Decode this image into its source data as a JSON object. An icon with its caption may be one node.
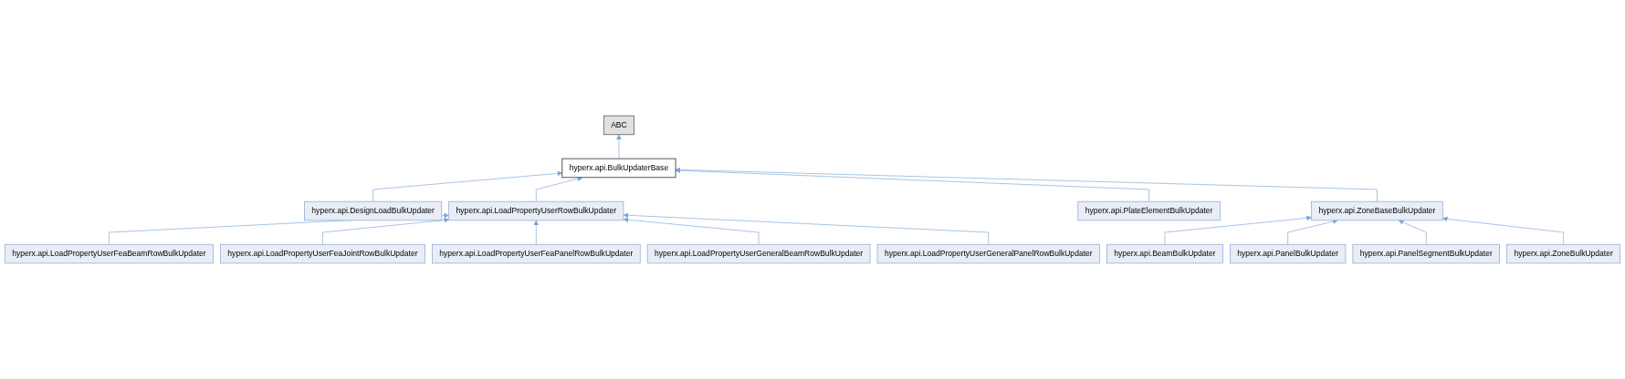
{
  "diagram": {
    "nodes": [
      {
        "text": [
          "ABC"
        ]
      },
      {
        "text": [
          "hyperx.api.BulkUpdaterBase"
        ]
      },
      {
        "text": [
          "hyperx.api.DesignLoadBulkUpdater"
        ]
      },
      {
        "text": [
          "hyperx.api.LoadPropertyUserRowBulkUpdater"
        ]
      },
      {
        "text": [
          "hyperx.api.PlateElementBulkUpdater"
        ]
      },
      {
        "text": [
          "hyperx.api.ZoneBaseBulkUpdater"
        ]
      },
      {
        "text": [
          "hyperx.api.LoadPropertyUserFeaBeamRowBulkUpdater"
        ]
      },
      {
        "text": [
          "hyperx.api.LoadPropertyUserFeaJointRowBulkUpdater"
        ]
      },
      {
        "text": [
          "hyperx.api.LoadPropertyUserFeaPanelRowBulkUpdater"
        ]
      },
      {
        "text": [
          "hyperx.api.LoadPropertyUserGeneralBeamRowBulkUpdater"
        ]
      },
      {
        "text": [
          "hyperx.api.LoadPropertyUserGeneralPanelRowBulkUpdater"
        ]
      },
      {
        "text": [
          "hyperx.api.BeamBulkUpdater"
        ]
      },
      {
        "text": [
          "hyperx.api.PanelBulkUpdater"
        ]
      },
      {
        "text": [
          "hyperx.api.PanelSegmentBulkUpdater"
        ]
      },
      {
        "text": [
          "hyperx.api.ZoneBulkUpdater"
        ]
      }
    ],
    "edges": [
      {
        "from": 1,
        "to": 0,
        "arrow": "to"
      },
      {
        "from": 2,
        "to": 1,
        "arrow": "to"
      },
      {
        "from": 3,
        "to": 1,
        "arrow": "to"
      },
      {
        "from": 4,
        "to": 1,
        "arrow": "to"
      },
      {
        "from": 5,
        "to": 1,
        "arrow": "to"
      },
      {
        "from": 6,
        "to": 3,
        "arrow": "to"
      },
      {
        "from": 7,
        "to": 3,
        "arrow": "to"
      },
      {
        "from": 8,
        "to": 3,
        "arrow": "to"
      },
      {
        "from": 9,
        "to": 3,
        "arrow": "to"
      },
      {
        "from": 10,
        "to": 3,
        "arrow": "to"
      },
      {
        "from": 11,
        "to": 5,
        "arrow": "to"
      },
      {
        "from": 12,
        "to": 5,
        "arrow": "to"
      },
      {
        "from": 13,
        "to": 5,
        "arrow": "to"
      },
      {
        "from": 14,
        "to": 5,
        "arrow": "to"
      }
    ]
  }
}
